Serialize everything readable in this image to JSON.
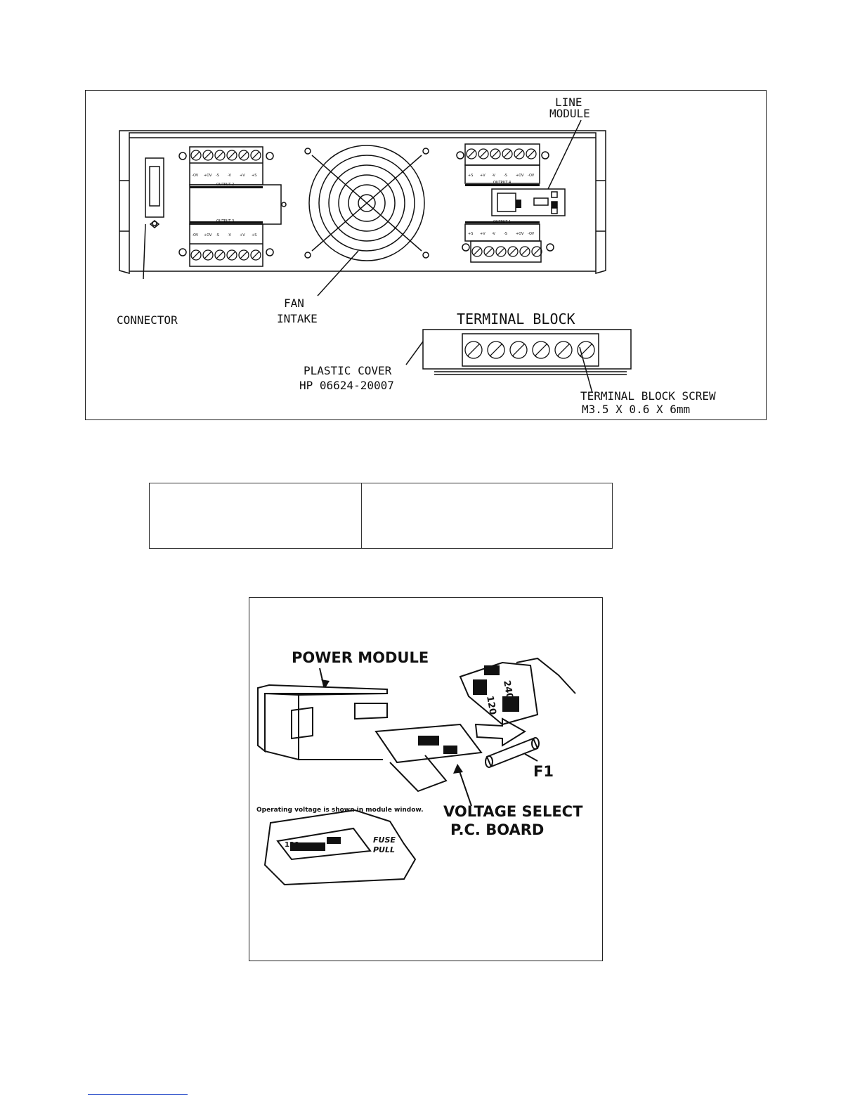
{
  "figure1": {
    "labels": {
      "line_module_1": "LINE",
      "line_module_2": "MODULE",
      "connector": "CONNECTOR",
      "fan_1": "FAN",
      "fan_2": "INTAKE",
      "terminal_block": "TERMINAL BLOCK",
      "plastic_cover_1": "PLASTIC COVER",
      "plastic_cover_2": "HP 06624-20007",
      "screw_1": "TERMINAL BLOCK SCREW",
      "screw_2": "M3.5 X 0.6 X 6mm"
    },
    "output_labels": {
      "out2": "OUTPUT 2",
      "out3": "OUTPUT 3",
      "out4": "OUTPUT 4",
      "out1": "OUTPUT 1"
    },
    "terminals_left": [
      "-OV",
      "+OV",
      "-S",
      "-V",
      "+V",
      "+S"
    ],
    "terminals_right": [
      "+S",
      "+V",
      "-V",
      "-S",
      "+OV",
      "-OV"
    ]
  },
  "figure2": {
    "labels": {
      "power_module": "POWER MODULE",
      "f1": "F1",
      "voltage_select_1": "VOLTAGE SELECT",
      "voltage_select_2": "P.C. BOARD",
      "operating_voltage": "Operating voltage is shown in module window.",
      "fuse": "FUSE",
      "pull": "PULL",
      "voltage_120": "120",
      "voltage_240": "240"
    }
  }
}
